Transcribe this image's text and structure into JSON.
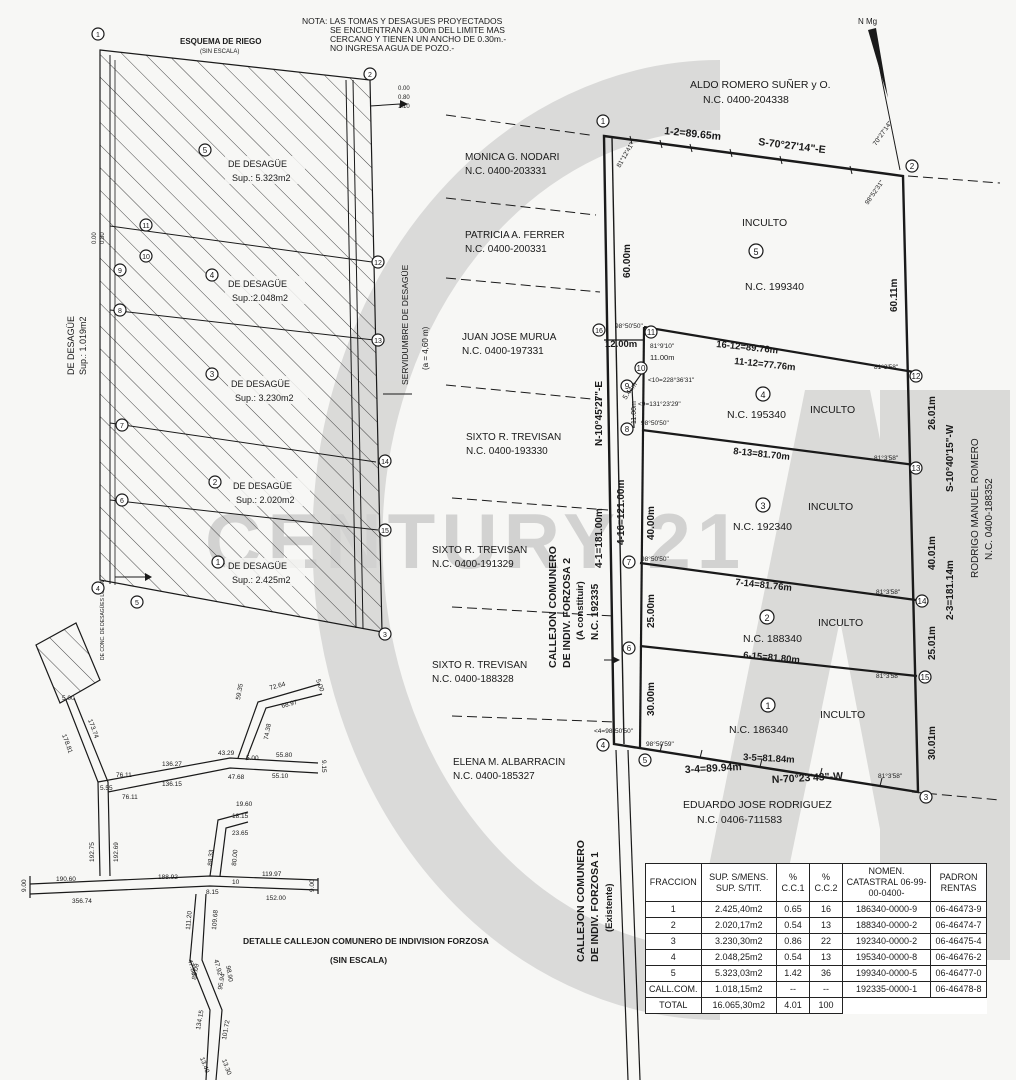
{
  "note": [
    "NOTA: LAS TOMAS Y DESAGUES PROYECTADOS",
    "SE ENCUENTRAN A 3.00m DEL LIMITE MAS",
    "CERCANO Y TIENEN UN ANCHO DE 0.30m.-",
    "NO INGRESA AGUA DE POZO.-"
  ],
  "north": "N Mg",
  "watermark": "CENTURY 21",
  "schema": {
    "title": "ESQUEMA DE RIEGO",
    "subtitle": "(SIN ESCALA)",
    "left_label": "DE DESAGÜE",
    "left_sup": "Sup.: 1.019m2",
    "servidumbre": "SERVIDUMBRE DE DESAGÜE",
    "servidumbre_width": "(a = 4,60 m)",
    "tail_label": "DE CONC. DE DESAGÜES LUJAN",
    "parcels": [
      {
        "num": "5",
        "label": "DE DESAGÜE",
        "sup": "Sup.: 5.323m2"
      },
      {
        "num": "4",
        "label": "DE DESAGÜE",
        "sup": "Sup.:2.048m2"
      },
      {
        "num": "3",
        "label": "DE DESAGÜE",
        "sup": "Sup.: 3.230m2"
      },
      {
        "num": "2",
        "label": "DE DESAGÜE",
        "sup": "Sup.: 2.020m2"
      },
      {
        "num": "1",
        "label": "DE DESAGÜE",
        "sup": "Sup.: 2.425m2"
      }
    ],
    "vertex_labels": [
      "1",
      "2",
      "3",
      "4",
      "5",
      "6",
      "7",
      "8",
      "9",
      "10",
      "11",
      "12",
      "13",
      "14",
      "15"
    ],
    "small_values": [
      "0.00",
      "0.80",
      "1.10",
      "0.00",
      "0.80"
    ]
  },
  "neighbors_left": [
    {
      "name": "MONICA G. NODARI",
      "nc": "N.C. 0400-203331"
    },
    {
      "name": "PATRICIA A. FERRER",
      "nc": "N.C. 0400-200331"
    },
    {
      "name": "JUAN JOSE MURUA",
      "nc": "N.C. 0400-197331"
    },
    {
      "name": "SIXTO R. TREVISAN",
      "nc": "N.C. 0400-193330"
    },
    {
      "name": "SIXTO R. TREVISAN",
      "nc": "N.C. 0400-191329"
    },
    {
      "name": "SIXTO R. TREVISAN",
      "nc": "N.C. 0400-188328"
    },
    {
      "name": "ELENA M. ALBARRACIN",
      "nc": "N.C. 0400-185327"
    }
  ],
  "neighbor_top": {
    "name": "ALDO ROMERO SUÑER y O.",
    "nc": "N.C. 0400-204338"
  },
  "neighbor_bottom": {
    "name": "EDUARDO JOSE RODRIGUEZ",
    "nc": "N.C. 0406-711583"
  },
  "neighbor_right": {
    "name": "RODRIGO MANUEL ROMERO",
    "nc": "N.C. 0400-188352"
  },
  "plan": {
    "fractions": [
      {
        "num": "5",
        "status": "INCULTO",
        "nc": "N.C. 199340"
      },
      {
        "num": "4",
        "status": "INCULTO",
        "nc": "N.C. 195340"
      },
      {
        "num": "3",
        "status": "INCULTO",
        "nc": "N.C. 192340"
      },
      {
        "num": "2",
        "status": "INCULTO",
        "nc": "N.C. 188340"
      },
      {
        "num": "1",
        "status": "INCULTO",
        "nc": "N.C. 186340"
      }
    ],
    "top_dim": "1-2=89.65m",
    "top_bearing": "S-70°27'14\"-E",
    "bottom_dim": "3-4=89.94m",
    "bottom_bearing": "N-70°23'43\"-W",
    "right_dim": "2-3=181.14m",
    "right_bearing": "S-10°40'15\"-W",
    "left_dim": "4-1=181.00m",
    "left_bearing": "N-10°45'27\"-E",
    "inner_left_dim": "4-16=121.00m",
    "lines": [
      "16-12=89.76m",
      "11-12=77.76m",
      "8-13=81.70m",
      "7-14=81.76m",
      "6-15=81.80m",
      "3-5=81.84m"
    ],
    "left_segments": [
      "60.00m",
      "12.00m",
      "40.00m",
      "25.00m",
      "30.00m"
    ],
    "right_segments": [
      "60.11m",
      "26.01m",
      "40.01m",
      "25.01m",
      "30.01m"
    ],
    "small_dims": [
      "11.00m",
      "5.44m",
      "11.00m"
    ],
    "angles": [
      "81°12'41\"",
      "70°27'14\"",
      "98°52'31\"",
      "98°50'50\"",
      "81°9'10\"",
      "<10=228°36'31\"",
      "<9=131°23'29\"",
      "98°50'50\"",
      "81°3'58\"",
      "81°3'58\"",
      "98°50'50\"",
      "81°3'58\"",
      "81°3'58\"",
      "<4=98°50'50\"",
      "98°50'59\"",
      "81°3'58\""
    ],
    "callejon2": [
      "CALLEJON COMUNERO",
      "DE INDIV. FORZOSA 2",
      "(A constituir)",
      "N.C. 192335"
    ],
    "callejon1": [
      "CALLEJON COMUNERO",
      "DE INDIV. FORZOSA 1",
      "(Existente)"
    ]
  },
  "detail": {
    "title": "DETALLE CALLEJON COMUNERO DE INDIVISION FORZOSA",
    "subtitle": "(SIN ESCALA)",
    "dims": [
      "5.00",
      "173.74",
      "178.81",
      "192.75",
      "192.69",
      "76.11",
      "76.11",
      "5.55",
      "136.27",
      "136.15",
      "43.29",
      "47.68",
      "55.80",
      "55.10",
      "5.00",
      "59.35",
      "74.38",
      "72.64",
      "68.97",
      "5.00",
      "9.15",
      "190.60",
      "188.92",
      "10",
      "119.97",
      "152.00",
      "356.74",
      "9.00",
      "9.00",
      "8.15",
      "111.20",
      "109.68",
      "88.33",
      "80.00",
      "18.15",
      "23.65",
      "19.60",
      "47.80",
      "47.92",
      "88.09",
      "95.94",
      "98.90",
      "134.15",
      "101.72",
      "13.40",
      "13.30"
    ]
  },
  "table": {
    "headers": [
      "FRACCION",
      "SUP. S/MENS. SUP. S/TIT.",
      "% C.C.1",
      "% C.C.2",
      "NOMEN. CATASTRAL 06-99-00-0400-",
      "PADRON RENTAS"
    ],
    "rows": [
      [
        "1",
        "2.425,40m2",
        "0.65",
        "16",
        "186340-0000-9",
        "06-46473-9"
      ],
      [
        "2",
        "2.020,17m2",
        "0.54",
        "13",
        "188340-0000-2",
        "06-46474-7"
      ],
      [
        "3",
        "3.230,30m2",
        "0.86",
        "22",
        "192340-0000-2",
        "06-46475-4"
      ],
      [
        "4",
        "2.048,25m2",
        "0.54",
        "13",
        "195340-0000-8",
        "06-46476-2"
      ],
      [
        "5",
        "5.323,03m2",
        "1.42",
        "36",
        "199340-0000-5",
        "06-46477-0"
      ],
      [
        "CALL.COM.",
        "1.018,15m2",
        "--",
        "--",
        "192335-0000-1",
        "06-46478-8"
      ]
    ],
    "total": [
      "TOTAL",
      "16.065,30m2",
      "4.01",
      "100"
    ]
  }
}
